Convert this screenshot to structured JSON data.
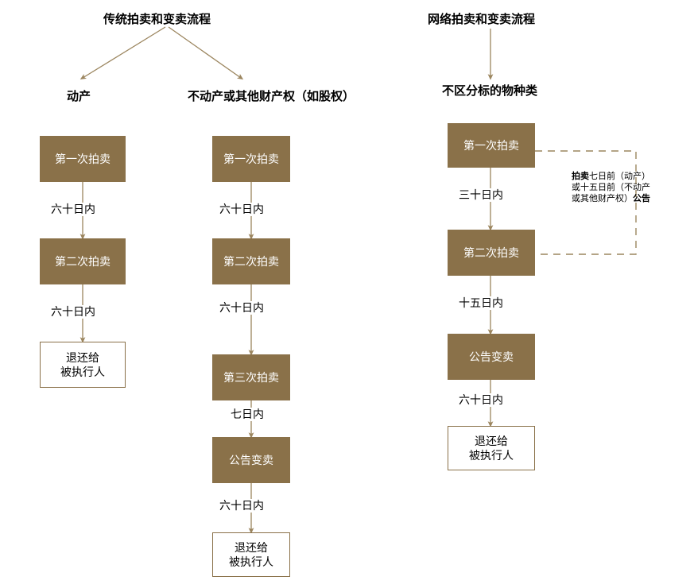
{
  "colors": {
    "box_fill": "#8a7149",
    "box_fill_text": "#ffffff",
    "outline_box_border": "#8a7149",
    "outline_box_text": "#000000",
    "connector": "#9b855e",
    "dashed_connector": "#9b855e",
    "page_background": "#ffffff"
  },
  "left_flow": {
    "title": "传统拍卖和变卖流程",
    "branches": [
      {
        "label": "动产"
      },
      {
        "label": "不动产或其他财产权（如股权）"
      }
    ],
    "movables": {
      "nodes": [
        {
          "label": "第一次拍卖",
          "style": "filled"
        },
        {
          "label": "第二次拍卖",
          "style": "filled"
        },
        {
          "label": "退还给\n被执行人",
          "style": "outline"
        }
      ],
      "edges": [
        {
          "label": "六十日内"
        },
        {
          "label": "六十日内"
        }
      ]
    },
    "immovables": {
      "nodes": [
        {
          "label": "第一次拍卖",
          "style": "filled"
        },
        {
          "label": "第二次拍卖",
          "style": "filled"
        },
        {
          "label": "第三次拍卖",
          "style": "filled"
        },
        {
          "label": "公告变卖",
          "style": "filled"
        },
        {
          "label": "退还给\n被执行人",
          "style": "outline"
        }
      ],
      "edges": [
        {
          "label": "六十日内"
        },
        {
          "label": "六十日内"
        },
        {
          "label": "七日内"
        },
        {
          "label": "六十日内"
        }
      ]
    }
  },
  "right_flow": {
    "title": "网络拍卖和变卖流程",
    "subtitle": "不区分标的物种类",
    "nodes": [
      {
        "label": "第一次拍卖",
        "style": "filled"
      },
      {
        "label": "第二次拍卖",
        "style": "filled"
      },
      {
        "label": "公告变卖",
        "style": "filled"
      },
      {
        "label": "退还给\n被执行人",
        "style": "outline"
      }
    ],
    "edges": [
      {
        "label": "三十日内"
      },
      {
        "label": "十五日内"
      },
      {
        "label": "六十日内"
      }
    ],
    "annotation": {
      "bold_prefix": "拍卖",
      "mid_text": "七日前（动产）或十五日前（不动产或其他财产权）",
      "bold_suffix": "公告",
      "full_text": "拍卖七日前（动产）或十五日前（不动产或其他财产权）公告"
    }
  }
}
